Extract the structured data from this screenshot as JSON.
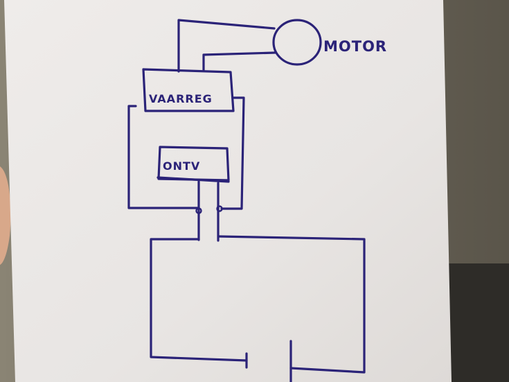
{
  "labels": {
    "motor": "MOTOR",
    "vaarreg": "VAARREG",
    "ontv": "ONTV"
  },
  "colors": {
    "ink": "#2b2378",
    "paper": "#ebe8e6",
    "background": "#5f5a4e"
  }
}
